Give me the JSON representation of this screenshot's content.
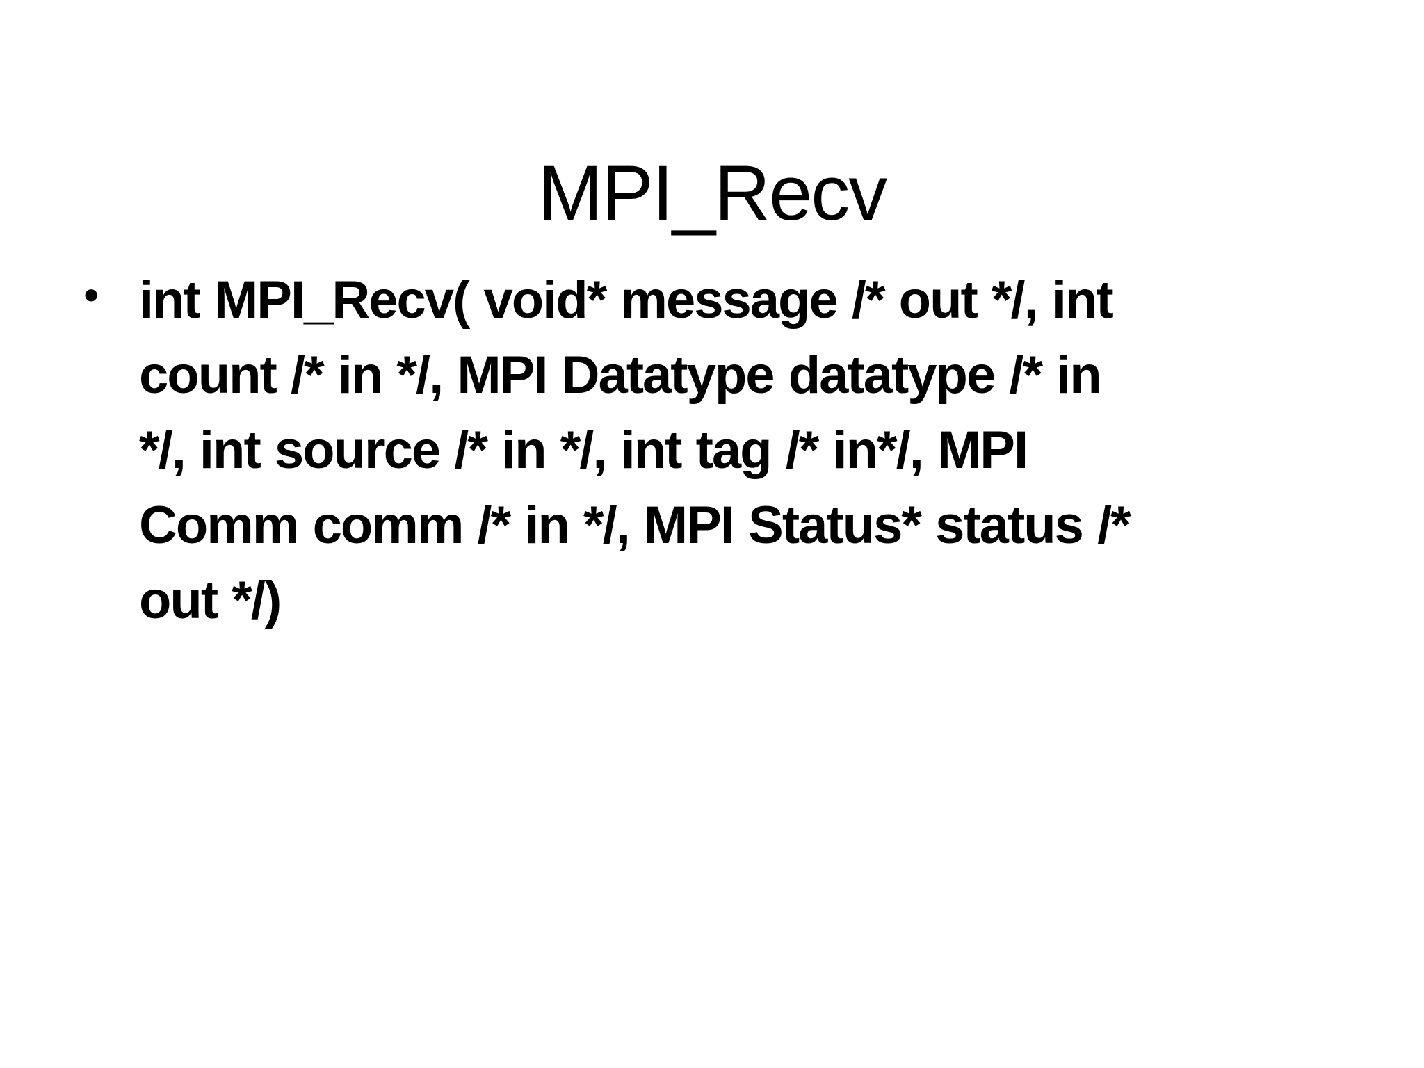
{
  "slide": {
    "title": "MPI_Recv",
    "bullet": {
      "marker": "•",
      "full_text": "int MPI_Recv( void* message /* out */, int count /* in */, MPI Datatype datatype /* in */, int source /* in */, int tag /* in*/, MPI Comm comm /* in */, MPI Status* status /* out */)",
      "lines": [
        "int MPI_Recv( void* message /* out */, int",
        "count /* in */, MPI Datatype datatype /* in",
        "*/, int source /* in */, int tag /* in*/, MPI",
        "Comm comm /* in */, MPI Status* status /*",
        "out */)"
      ]
    },
    "colors": {
      "background": "#ffffff",
      "text": "#000000"
    }
  }
}
